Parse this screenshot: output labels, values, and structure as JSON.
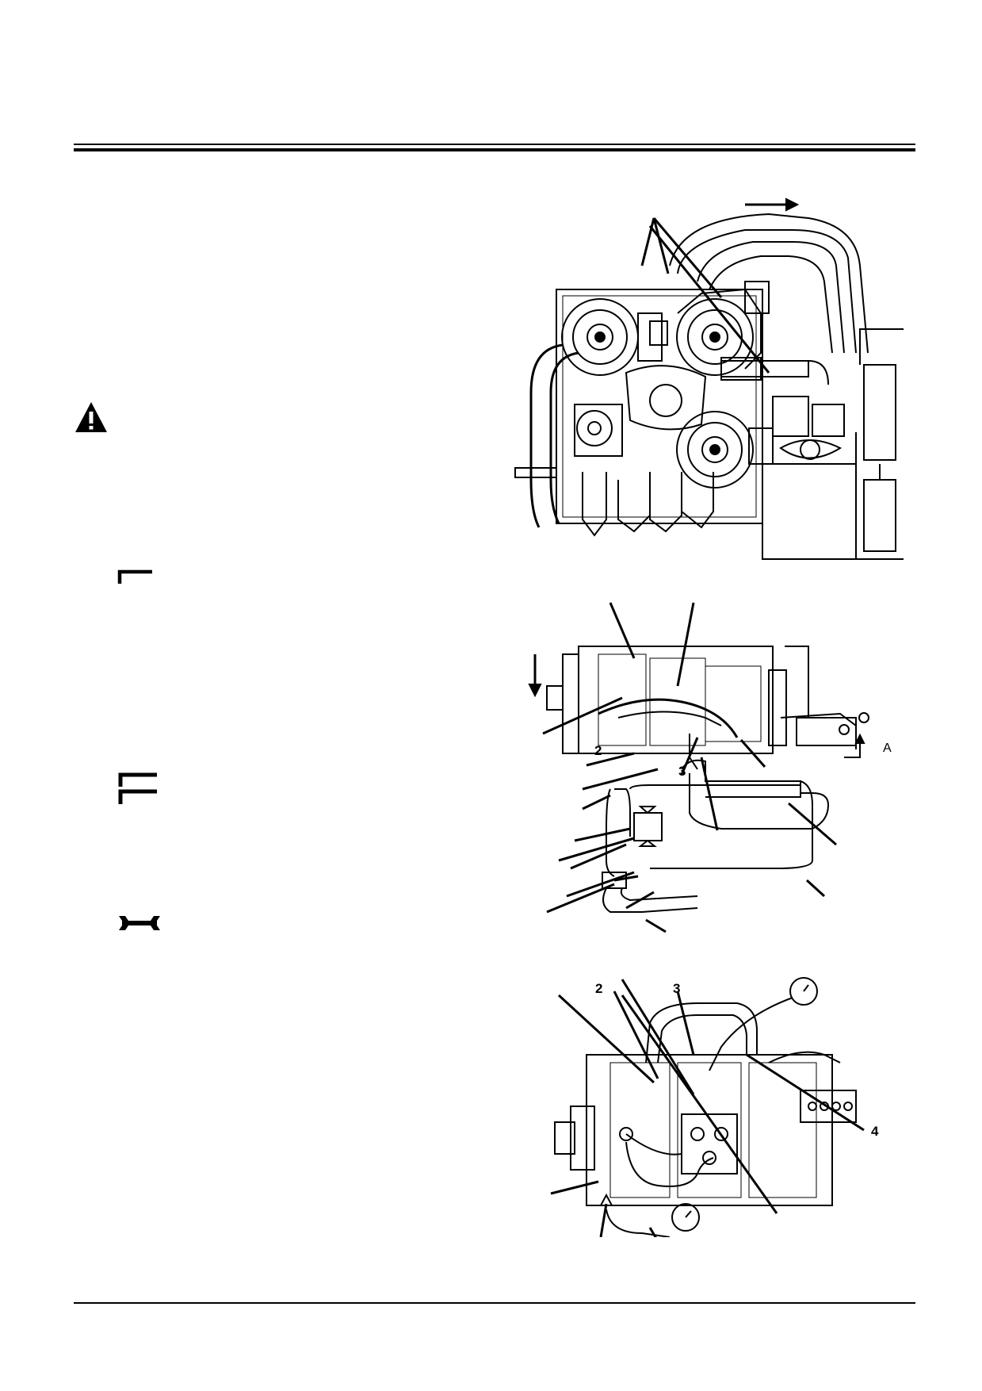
{
  "icons": {
    "warning": "warning-triangle-icon",
    "tool_1": "hex-key-icon",
    "tool_2": "double-hex-key-icon",
    "tool_3": "wrench-icon"
  },
  "figure_2": {
    "callouts": {
      "c2": "2",
      "c3": "3",
      "section": "A"
    }
  },
  "figure_3": {
    "callouts": {
      "c2": "2",
      "c3": "3",
      "c4": "4"
    }
  }
}
